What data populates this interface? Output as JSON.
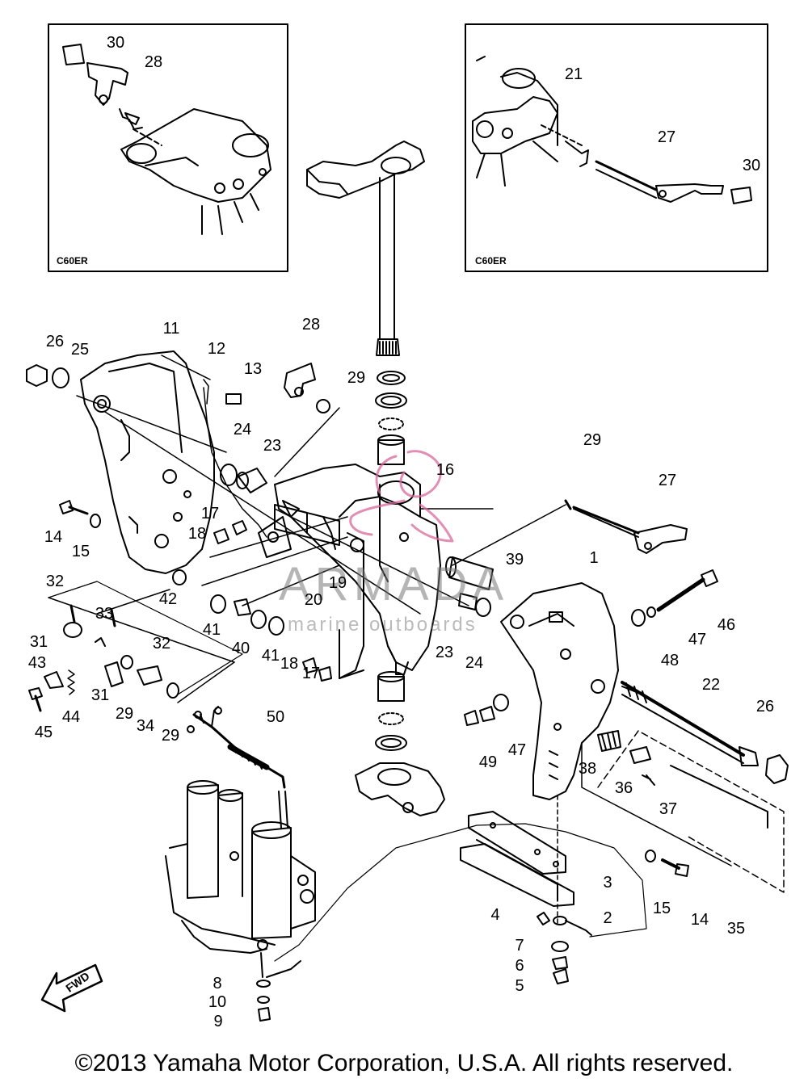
{
  "insets": [
    {
      "label": "C60ER"
    },
    {
      "label": "C60ER"
    }
  ],
  "direction_label": "FWD",
  "watermark": {
    "title": "ARMADA",
    "subtitle": "marine outboards"
  },
  "copyright": "©2013 Yamaha Motor Corporation, U.S.A. All rights reserved.",
  "callouts": {
    "c30a": "30",
    "c28a": "28",
    "c21": "21",
    "c27a": "27",
    "c30b": "30",
    "c11": "11",
    "c26a": "26",
    "c25": "25",
    "c12": "12",
    "c13": "13",
    "c28b": "28",
    "c29a": "29",
    "c24a": "24",
    "c23a": "23",
    "c16": "16",
    "c29b": "29",
    "c27b": "27",
    "c14a": "14",
    "c15a": "15",
    "c17a": "17",
    "c18a": "18",
    "c19": "19",
    "c20": "20",
    "c39": "39",
    "c1": "1",
    "c42": "42",
    "c32a": "32",
    "c33": "33",
    "c32b": "32",
    "c31a": "31",
    "c43": "43",
    "c41a": "41",
    "c40": "40",
    "c41b": "41",
    "c23b": "23",
    "c24b": "24",
    "c46": "46",
    "c47a": "47",
    "c48": "48",
    "c18b": "18",
    "c17b": "17",
    "c31b": "31",
    "c29c": "29",
    "c34": "34",
    "c29d": "29",
    "c44": "44",
    "c45": "45",
    "c22": "22",
    "c26b": "26",
    "c50": "50",
    "c49": "49",
    "c47b": "47",
    "c38": "38",
    "c36": "36",
    "c37": "37",
    "c3": "3",
    "c2": "2",
    "c15b": "15",
    "c14b": "14",
    "c35": "35",
    "c4": "4",
    "c7": "7",
    "c6": "6",
    "c5": "5",
    "c8": "8",
    "c10": "10",
    "c9": "9"
  }
}
